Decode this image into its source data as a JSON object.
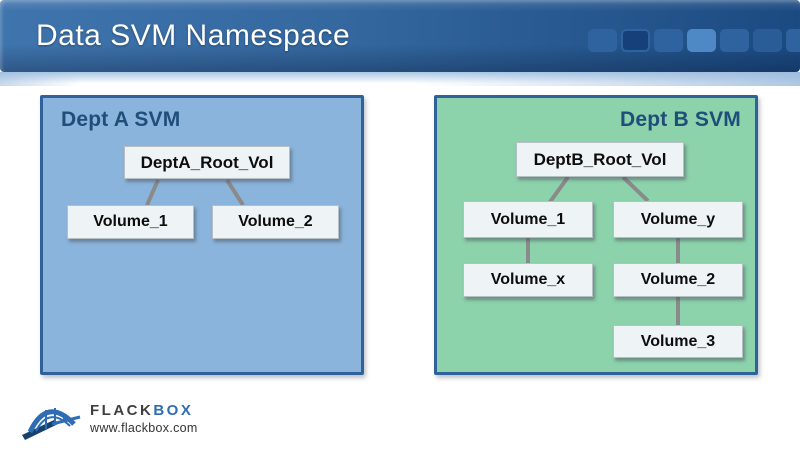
{
  "header": {
    "title": "Data SVM Namespace",
    "bar_gradient_left": "#3f74ad",
    "bar_gradient_right": "#1b4a81",
    "decor_squares": [
      {
        "color": "#2f63a0"
      },
      {
        "color": "#16407a"
      },
      {
        "color": "#2f63a0"
      },
      {
        "color": "#4e89c5"
      },
      {
        "color": "#2f63a0"
      },
      {
        "color": "#2a5c97"
      },
      {
        "color": "#2f63a0"
      }
    ]
  },
  "diagram": {
    "title_color": "#1e4e79",
    "connector_color": "#8a8a8a",
    "node_bg": "#eef3f5",
    "panel_a": {
      "title": "Dept A SVM",
      "bg_color": "#8ab4dc",
      "border_color": "#31619b",
      "nodes": {
        "root": "DeptA_Root_Vol",
        "v1": "Volume_1",
        "v2": "Volume_2"
      }
    },
    "panel_b": {
      "title": "Dept B SVM",
      "bg_color": "#8cd2ab",
      "border_color": "#31619b",
      "nodes": {
        "root": "DeptB_Root_Vol",
        "v1": "Volume_1",
        "vy": "Volume_y",
        "vx": "Volume_x",
        "v2": "Volume_2",
        "v3": "Volume_3"
      }
    }
  },
  "footer": {
    "brand_primary": "FLACK",
    "brand_secondary": "BOX",
    "brand_primary_color": "#3f3f3f",
    "brand_secondary_color": "#2e6db4",
    "website": "www.flackbox.com"
  }
}
